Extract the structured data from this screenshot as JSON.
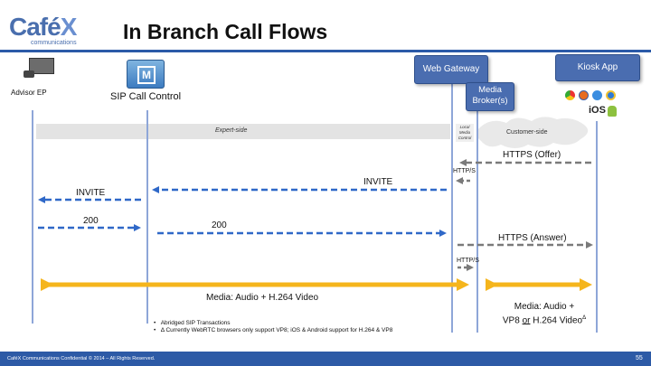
{
  "logo": {
    "text": "Café",
    "x_glyph": "X",
    "sub": "communications"
  },
  "title": "In Branch Call Flows",
  "actors": {
    "advisor": "Advisor EP",
    "sip": "SIP Call Control",
    "gateway": "Web Gateway",
    "broker": "Media Broker(s)",
    "kiosk": "Kiosk App"
  },
  "bands": {
    "expert": "Expert-side",
    "local": "Local Media Control",
    "customer": "Customer-side"
  },
  "messages": {
    "https_offer": "HTTPS (Offer)",
    "https_s_1": "HTTP/S",
    "invite_1": "INVITE",
    "invite_2": "INVITE",
    "ok_1": "200",
    "ok_2": "200",
    "https_answer": "HTTPS (Answer)",
    "https_s_2": "HTTP/S",
    "media_1": "Media: Audio + H.264 Video",
    "media_2_line1": "Media: Audio +",
    "media_2_line2_pre": "VP8 ",
    "media_2_or": "or",
    "media_2_line2_post": " H.264 Video",
    "media_2_sup": "Δ"
  },
  "notes": [
    "Abridged SIP Transactions",
    "Δ Currently WebRTC browsers only support VP8; iOS & Android support for H.264 & VP8"
  ],
  "ios_label": "iOS",
  "footer": {
    "text": "CaféX Communications Confidential © 2014 – All Rights Reserved.",
    "page": "55"
  },
  "colors": {
    "lifeline": "#8ea6d8",
    "arrow_blue": "#2f68c8",
    "arrow_gray": "#7a7a7a",
    "media": "#f5b51c",
    "band": "#e3e3e3"
  }
}
